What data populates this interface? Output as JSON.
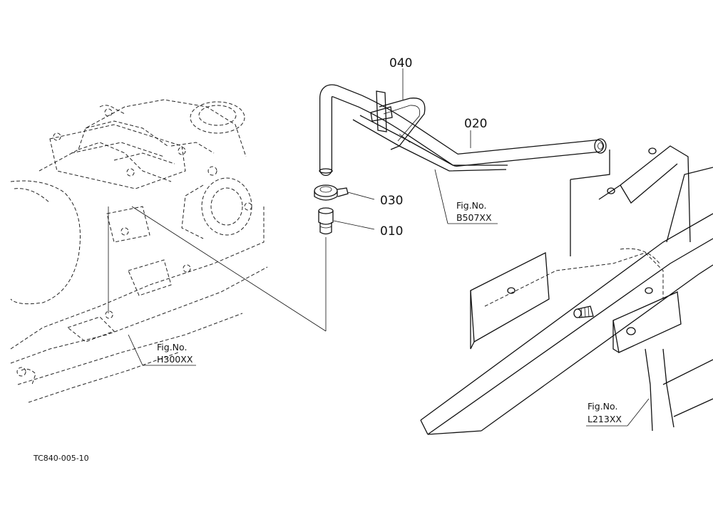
{
  "parts": [
    {
      "id": "part-040",
      "number": "040"
    },
    {
      "id": "part-020",
      "number": "020"
    },
    {
      "id": "part-030",
      "number": "030"
    },
    {
      "id": "part-010",
      "number": "010"
    }
  ],
  "figure_refs": [
    {
      "id": "fig-b507",
      "label": "Fig.No.",
      "code": "B507XX"
    },
    {
      "id": "fig-h300",
      "label": "Fig.No.",
      "code": "H300XX"
    },
    {
      "id": "fig-l213",
      "label": "Fig.No.",
      "code": "L213XX"
    }
  ],
  "drawing_code": "TC840-005-10"
}
